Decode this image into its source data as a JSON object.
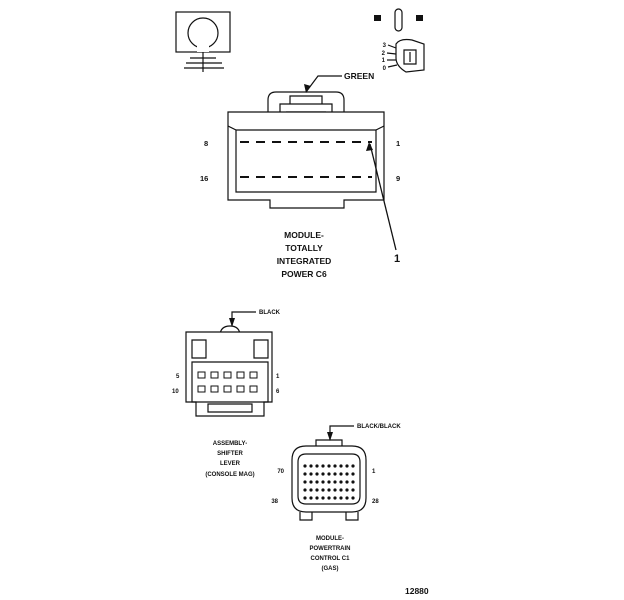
{
  "figure_id": "12880",
  "mtip_connector": {
    "lock_color": "GREEN",
    "pin_left_top": "8",
    "pin_right_top": "1",
    "pin_left_bottom": "16",
    "pin_right_bottom": "9",
    "callout": "1",
    "name_lines": [
      "MODULE-",
      "TOTALLY",
      "INTEGRATED",
      "POWER C6"
    ]
  },
  "ignition_switch": {
    "positions": [
      "3",
      "2",
      "1",
      "0"
    ]
  },
  "shifter_connector": {
    "lock_color": "BLACK",
    "pin_left_top": "5",
    "pin_right_top": "1",
    "pin_left_bottom": "10",
    "pin_right_bottom": "6",
    "name_lines": [
      "ASSEMBLY-",
      "SHIFTER",
      "LEVER",
      "(CONSOLE MAG)"
    ]
  },
  "pcm_connector": {
    "lock_color": "BLACK/BLACK",
    "pin_left_top": "70",
    "pin_right_top": "1",
    "pin_left_bottom": "38",
    "pin_right_bottom": "28",
    "name_lines": [
      "MODULE-",
      "POWERTRAIN",
      "CONTROL C1",
      "(GAS)"
    ]
  }
}
